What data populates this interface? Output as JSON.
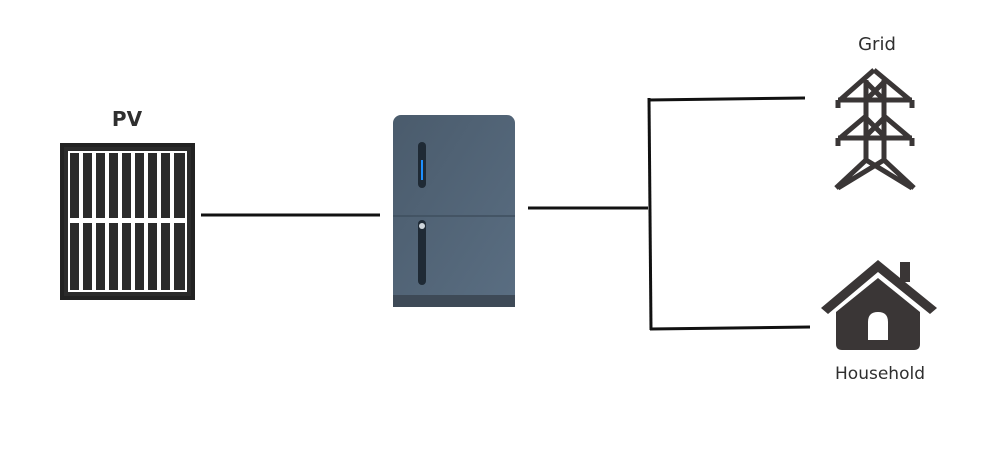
{
  "nodes": {
    "pv": {
      "label": "PV"
    },
    "battery_inverter": {
      "icon": "battery-storage-unit-icon"
    },
    "grid": {
      "label": "Grid",
      "icon": "power-tower-icon"
    },
    "household": {
      "label": "Household",
      "icon": "house-icon"
    }
  },
  "colors": {
    "line": "#111111",
    "icon": "#3a3636",
    "device": "#4f6274",
    "led": "#1e90ff"
  }
}
